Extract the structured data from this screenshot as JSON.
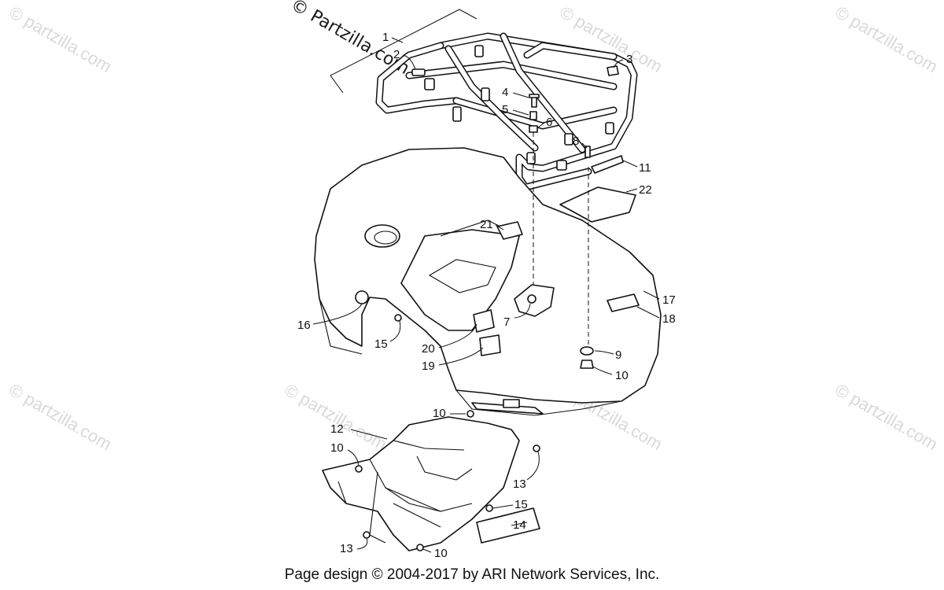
{
  "watermarks": {
    "main": "© Partzilla.com",
    "faint": "© partzilla.com"
  },
  "footer": "Page design © 2004-2017 by ARI Network Services, Inc.",
  "callouts": [
    {
      "id": "c1",
      "label": "1"
    },
    {
      "id": "c2",
      "label": "2"
    },
    {
      "id": "c3",
      "label": "3"
    },
    {
      "id": "c4",
      "label": "4"
    },
    {
      "id": "c5",
      "label": "5"
    },
    {
      "id": "c6",
      "label": "6"
    },
    {
      "id": "c7",
      "label": "7"
    },
    {
      "id": "c8",
      "label": "8"
    },
    {
      "id": "c9",
      "label": "9"
    },
    {
      "id": "c10a",
      "label": "10"
    },
    {
      "id": "c10b",
      "label": "10"
    },
    {
      "id": "c10c",
      "label": "10"
    },
    {
      "id": "c10d",
      "label": "10"
    },
    {
      "id": "c11",
      "label": "11"
    },
    {
      "id": "c12",
      "label": "12"
    },
    {
      "id": "c13a",
      "label": "13"
    },
    {
      "id": "c13b",
      "label": "13"
    },
    {
      "id": "c14",
      "label": "14"
    },
    {
      "id": "c15a",
      "label": "15"
    },
    {
      "id": "c15b",
      "label": "15"
    },
    {
      "id": "c16",
      "label": "16"
    },
    {
      "id": "c17",
      "label": "17"
    },
    {
      "id": "c18",
      "label": "18"
    },
    {
      "id": "c19",
      "label": "19"
    },
    {
      "id": "c20",
      "label": "20"
    },
    {
      "id": "c21",
      "label": "21"
    },
    {
      "id": "c22",
      "label": "22"
    }
  ]
}
